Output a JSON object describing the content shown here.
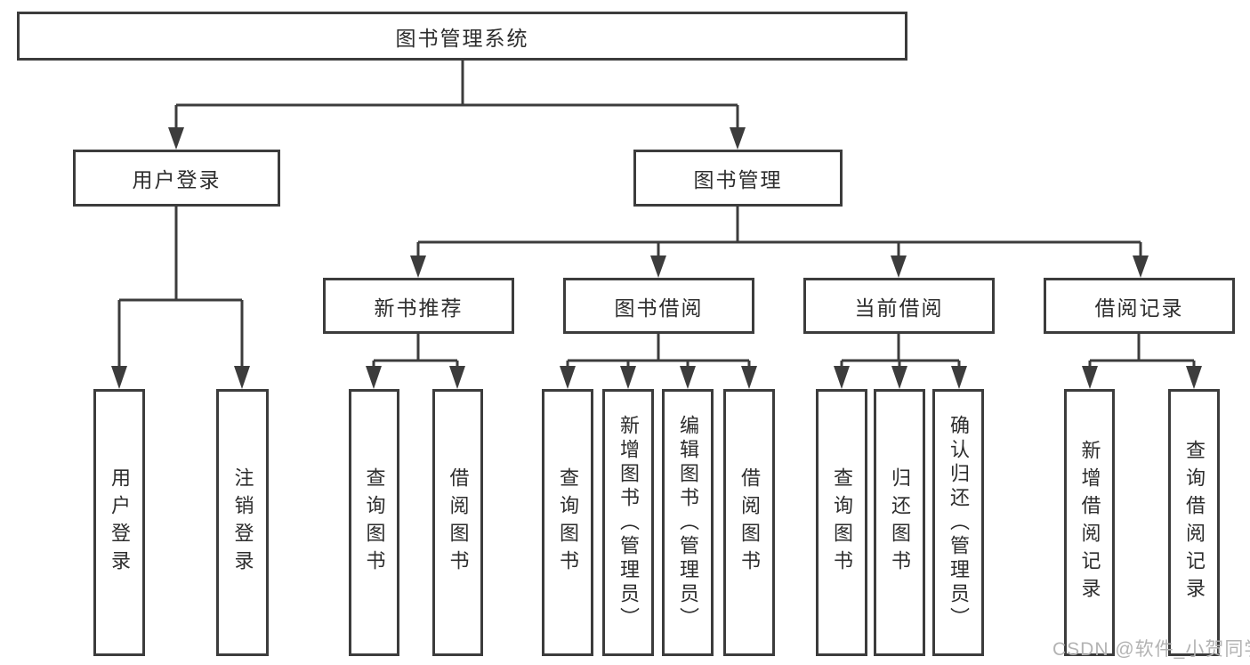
{
  "tree": {
    "label": "图书管理系统",
    "children": [
      {
        "label": "用户登录",
        "children": [
          {
            "label": "用户登录"
          },
          {
            "label": "注销登录"
          }
        ]
      },
      {
        "label": "图书管理",
        "children": [
          {
            "label": "新书推荐",
            "children": [
              {
                "label": "查询图书"
              },
              {
                "label": "借阅图书"
              }
            ]
          },
          {
            "label": "图书借阅",
            "children": [
              {
                "label": "查询图书"
              },
              {
                "label": "新增图书（管理员）"
              },
              {
                "label": "编辑图书（管理员）"
              },
              {
                "label": "借阅图书"
              }
            ]
          },
          {
            "label": "当前借阅",
            "children": [
              {
                "label": "查询图书"
              },
              {
                "label": "归还图书"
              },
              {
                "label": "确认归还（管理员）"
              }
            ]
          },
          {
            "label": "借阅记录",
            "children": [
              {
                "label": "新增借阅记录"
              },
              {
                "label": "查询借阅记录"
              }
            ]
          }
        ]
      }
    ]
  },
  "watermark": {
    "text": "CSDN @软件_小贺同学"
  },
  "colors": {
    "line": "#3c3c3c",
    "node_border": "#3c3c3c",
    "text": "#2d2d2d",
    "background": "#ffffff",
    "watermark": "#b3b3b3"
  }
}
